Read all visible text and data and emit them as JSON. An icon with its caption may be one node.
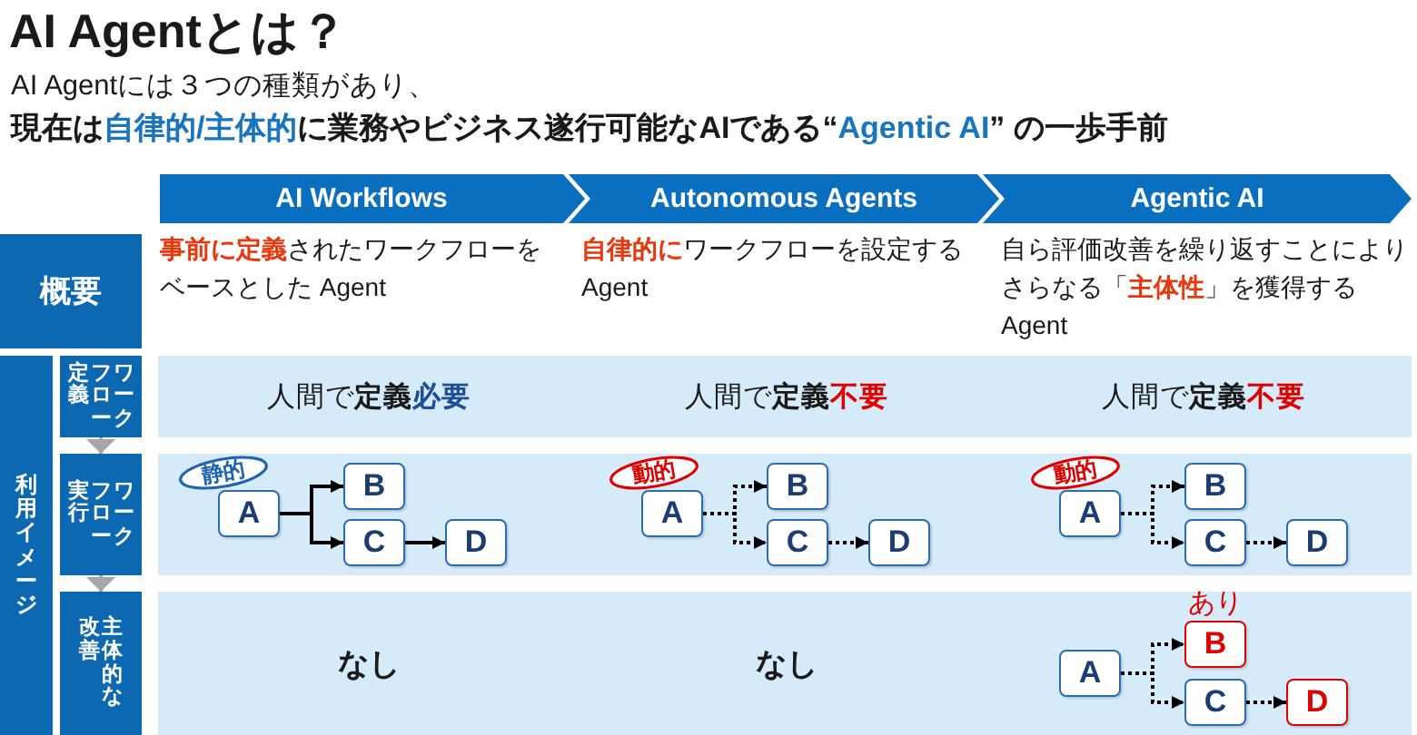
{
  "diagram": {
    "title": "AI Agentとは？",
    "nodes": [
      {
        "text": [
          "AI Workflows"
        ]
      },
      {
        "text": [
          "Autonomous Agents"
        ]
      },
      {
        "text": [
          "Agentic AI"
        ]
      },
      {
        "text": [
          "概要"
        ]
      },
      {
        "text": [
          "利用イメージ"
        ]
      },
      {
        "text": [
          "ワークフロー定義"
        ]
      },
      {
        "text": [
          "人間で**定義****必要**",
          "人間で**定義****不要**",
          "人間で**定義****不要**"
        ]
      },
      {
        "text": [
          "ワークフロー実行"
        ]
      },
      {
        "text": [],
        "shape": "box"
      },
      {
        "text": [
          "静的"
        ],
        "in": 8
      },
      {
        "text": [
          "A"
        ],
        "in": 8
      },
      {
        "text": [
          "B"
        ],
        "in": 8
      },
      {
        "text": [
          "C"
        ],
        "in": 8
      },
      {
        "text": [
          "D"
        ],
        "in": 8
      },
      {
        "text": [
          "動的"
        ],
        "in": 8
      },
      {
        "text": [
          "A"
        ],
        "in": 8
      },
      {
        "text": [
          "B"
        ],
        "in": 8
      },
      {
        "text": [
          "C"
        ],
        "in": 8
      },
      {
        "text": [
          "D"
        ],
        "in": 8
      },
      {
        "text": [
          "動的"
        ],
        "in": 8
      },
      {
        "text": [
          "A"
        ],
        "in": 8
      },
      {
        "text": [
          "B"
        ],
        "in": 8
      },
      {
        "text": [
          "C"
        ],
        "in": 8
      },
      {
        "text": [
          "D"
        ],
        "in": 8
      },
      {
        "text": [
          "主体的な改善"
        ]
      },
      {
        "text": [
          "なし",
          "なし"
        ]
      },
      {
        "text": [
          "A"
        ],
        "in": 25
      },
      {
        "text": [
          "B"
        ],
        "in": 25,
        "beside": [
          "あり"
        ]
      },
      {
        "text": [
          "C"
        ],
        "in": 25
      },
      {
        "text": [
          "D"
        ],
        "in": 25
      }
    ],
    "edges": [
      {
        "from": 5,
        "to": 7,
        "arrow": "to",
        "color": "#a6a6a6"
      },
      {
        "from": 7,
        "to": 24,
        "arrow": "to",
        "color": "#a6a6a6"
      },
      {
        "from": 10,
        "to": 11,
        "arrow": "to"
      },
      {
        "from": 10,
        "to": 12,
        "arrow": "to"
      },
      {
        "from": 12,
        "to": 13,
        "arrow": "to"
      },
      {
        "from": 15,
        "to": 16,
        "arrow": "to",
        "style": "dashed"
      },
      {
        "from": 15,
        "to": 17,
        "arrow": "to",
        "style": "dashed"
      },
      {
        "from": 17,
        "to": 18,
        "arrow": "to",
        "style": "dashed"
      },
      {
        "from": 20,
        "to": 21,
        "arrow": "to",
        "style": "dashed"
      },
      {
        "from": 20,
        "to": 22,
        "arrow": "to",
        "style": "dashed"
      },
      {
        "from": 22,
        "to": 23,
        "arrow": "to",
        "style": "dashed"
      },
      {
        "from": 26,
        "to": 27,
        "arrow": "to",
        "style": "dashed"
      },
      {
        "from": 26,
        "to": 28,
        "arrow": "to",
        "style": "dashed"
      },
      {
        "from": 28,
        "to": 29,
        "arrow": "to",
        "style": "dashed"
      }
    ],
    "labels": [
      "AI Agentには３つの種類があり、",
      "現在は**自律的/主体的**に業務やビジネス遂行可能なAIである“**Agentic AI**” の一歩手前",
      "**事前に定義**されたワークフローをベースとした Agent",
      "**自律的に**ワークフローを設定する Agent",
      "自ら評価改善を繰り返すことによりさらなる「**主体性**」を獲得する Agent"
    ]
  }
}
